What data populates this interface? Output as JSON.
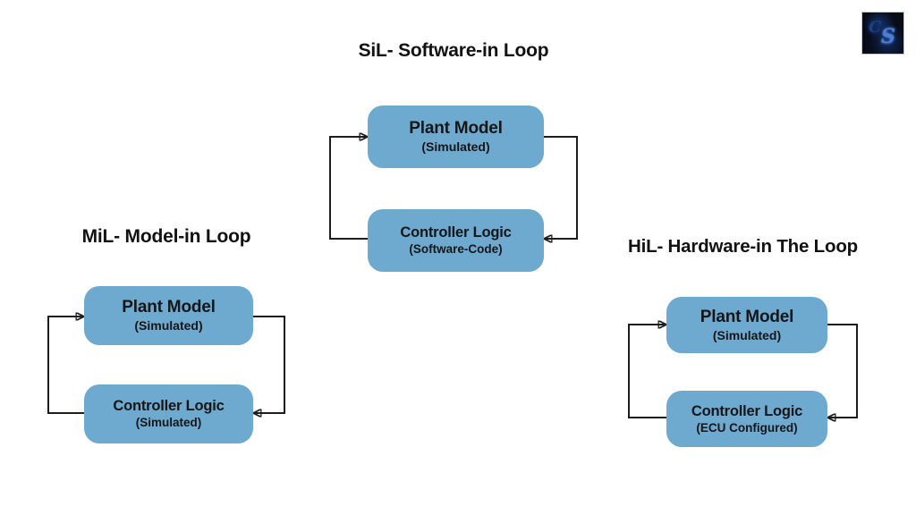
{
  "colors": {
    "background": "#ffffff",
    "box_fill": "#6ea9cf",
    "box_text": "#161616",
    "title_text": "#121212",
    "arrow": "#1d1d1d",
    "logo_background": "#070c17",
    "logo_letter": "#4a7fd6"
  },
  "logo": {
    "letter_c": "C",
    "letter_s": "S"
  },
  "diagrams": [
    {
      "id": "sil",
      "title": "SiL- Software-in Loop",
      "top_box": {
        "line1": "Plant Model",
        "line2": "(Simulated)"
      },
      "bottom_box": {
        "line1": "Controller Logic",
        "line2": "(Software-Code)"
      }
    },
    {
      "id": "mil",
      "title": "MiL- Model-in Loop",
      "top_box": {
        "line1": "Plant Model",
        "line2": "(Simulated)"
      },
      "bottom_box": {
        "line1": "Controller Logic",
        "line2": "(Simulated)"
      }
    },
    {
      "id": "hil",
      "title": "HiL- Hardware-in The Loop",
      "top_box": {
        "line1": "Plant Model",
        "line2": "(Simulated)"
      },
      "bottom_box": {
        "line1": "Controller Logic",
        "line2": "(ECU Configured)"
      }
    }
  ]
}
